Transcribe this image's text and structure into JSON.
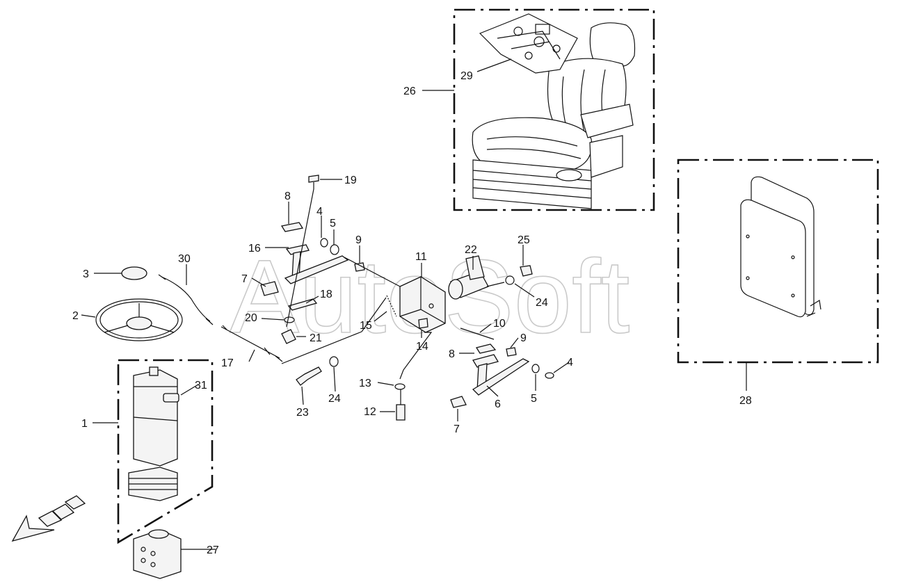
{
  "watermark": "AutoSoft",
  "colors": {
    "line": "#111111",
    "background": "#ffffff",
    "watermark": "#b8b8b8"
  },
  "callouts": {
    "n1": "1",
    "n2": "2",
    "n3": "3",
    "n4a": "4",
    "n4b": "4",
    "n5a": "5",
    "n5b": "5",
    "n6": "6",
    "n7a": "7",
    "n7b": "7",
    "n8a": "8",
    "n8b": "8",
    "n9a": "9",
    "n9b": "9",
    "n10": "10",
    "n11": "11",
    "n12": "12",
    "n13": "13",
    "n14": "14",
    "n15": "15",
    "n16": "16",
    "n17": "17",
    "n18": "18",
    "n19": "19",
    "n20": "20",
    "n21": "21",
    "n22": "22",
    "n23": "23",
    "n24a": "24",
    "n24b": "24",
    "n25": "25",
    "n26": "26",
    "n27": "27",
    "n28": "28",
    "n29": "29",
    "n30": "30",
    "n31": "31"
  }
}
